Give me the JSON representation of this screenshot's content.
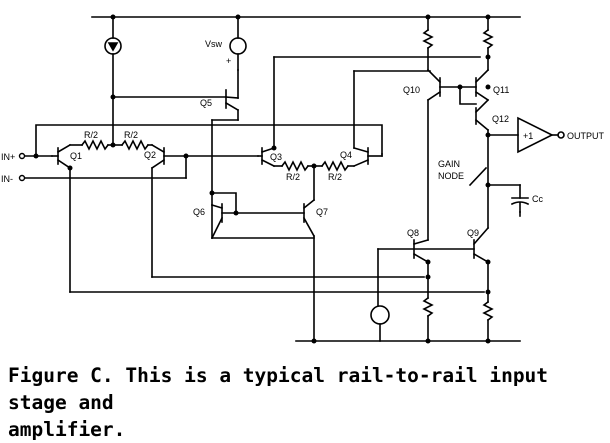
{
  "diagram": {
    "labels": {
      "vsw": "Vsw",
      "plus": "+",
      "in_plus": "IN+",
      "in_minus": "IN-",
      "q1": "Q1",
      "q2": "Q2",
      "q3": "Q3",
      "q4": "Q4",
      "q5": "Q5",
      "q6": "Q6",
      "q7": "Q7",
      "q8": "Q8",
      "q9": "Q9",
      "q10": "Q10",
      "q11": "Q11",
      "q12": "Q12",
      "r_top_left": "R/2",
      "r_top_right": "R/2",
      "r_bottom_left": "R/2",
      "r_bottom_right": "R/2",
      "buffer_gain": "+1",
      "output": "OUTPUT",
      "gain": "GAIN",
      "node": "NODE",
      "cc": "Cc"
    }
  },
  "caption": {
    "line1": "Figure C.  This is a typical rail-to-rail input stage and",
    "line2": "amplifier."
  }
}
